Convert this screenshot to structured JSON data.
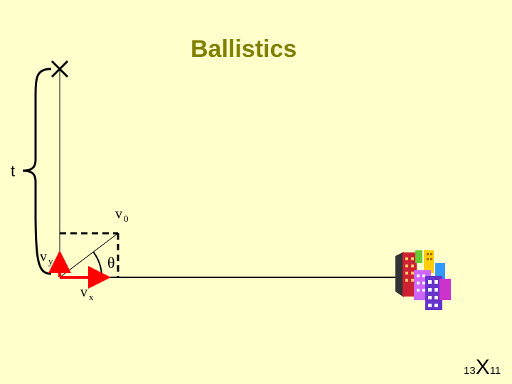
{
  "title": "Ballistics",
  "labels": {
    "t": "t",
    "v0_main": "v",
    "v0_sub": "0",
    "vy_main": "v",
    "vy_sub": "y",
    "vx_main": "v",
    "vx_sub": "x",
    "theta": "θ"
  },
  "slide_number": {
    "left": "13",
    "mid": "X",
    "right": "11"
  },
  "colors": {
    "background": "#ffffcc",
    "title": "#808000",
    "vector": "#ff0000",
    "building_accent": "#cc33cc"
  },
  "icons": {
    "target_marker": "x-mark-icon",
    "buildings": "city-buildings-icon"
  }
}
